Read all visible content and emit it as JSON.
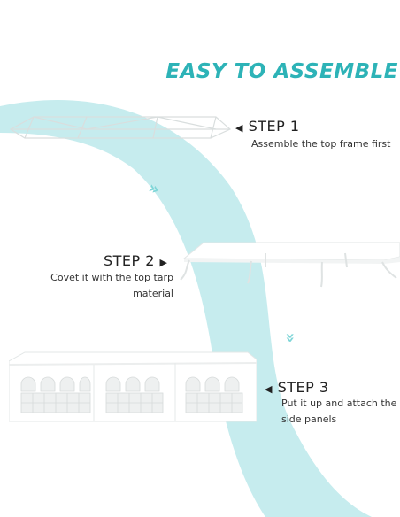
{
  "title": "EASY TO ASSEMBLE",
  "steps": [
    {
      "label": "STEP 1",
      "desc_lines": [
        "Assemble the top frame first"
      ],
      "arrow": "left"
    },
    {
      "label": "STEP 2",
      "desc_lines": [
        "Covet it with the top tarp",
        "material"
      ],
      "arrow": "right"
    },
    {
      "label": "STEP 3",
      "desc_lines": [
        "Put it up and attach the",
        "side panels"
      ],
      "arrow": "left"
    }
  ],
  "colors": {
    "accent": "#2db3b7",
    "swoosh": "#c6ecee",
    "chevron": "#7fd6d8"
  },
  "icons": {
    "step_arrow_left": "triangle-left-icon",
    "step_arrow_right": "triangle-right-icon",
    "down_chevrons": "double-chevron-icon"
  }
}
